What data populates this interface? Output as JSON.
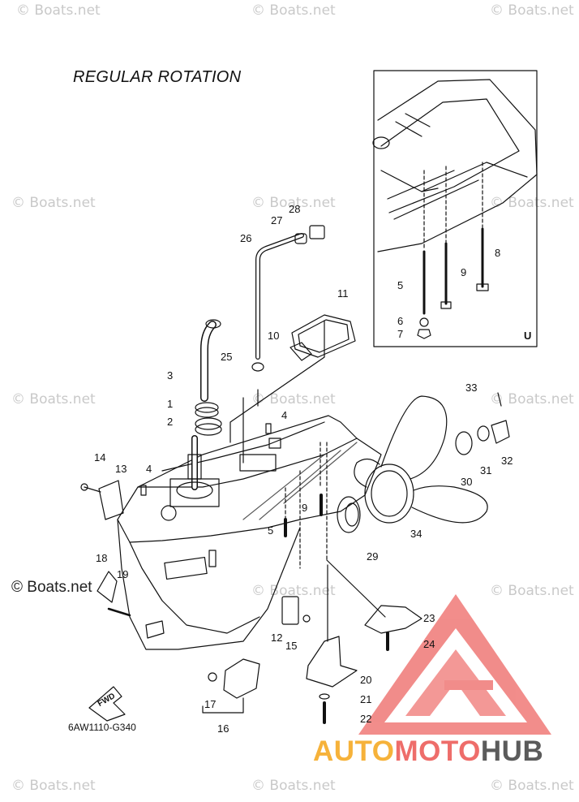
{
  "title": "REGULAR ROTATION",
  "diagram_code": "6AW1110-G340",
  "inset_label": "U",
  "fwd_label": "FWD",
  "watermark": "© Boats.net",
  "brand": {
    "part1": "AUTO",
    "part2": "MOTO",
    "part3": "HUB"
  },
  "colors": {
    "brand_yellow": "#f6b23a",
    "brand_red": "#ee6d6a",
    "brand_gray": "#5b5b5b",
    "line": "#111111",
    "watermark": "#c9c9c9"
  },
  "callouts": [
    "1",
    "2",
    "3",
    "4",
    "4",
    "5",
    "5",
    "6",
    "7",
    "8",
    "9",
    "9",
    "10",
    "11",
    "12",
    "13",
    "14",
    "15",
    "16",
    "17",
    "18",
    "19",
    "20",
    "21",
    "22",
    "23",
    "24",
    "25",
    "26",
    "27",
    "28",
    "29",
    "30",
    "31",
    "32",
    "33",
    "34"
  ]
}
